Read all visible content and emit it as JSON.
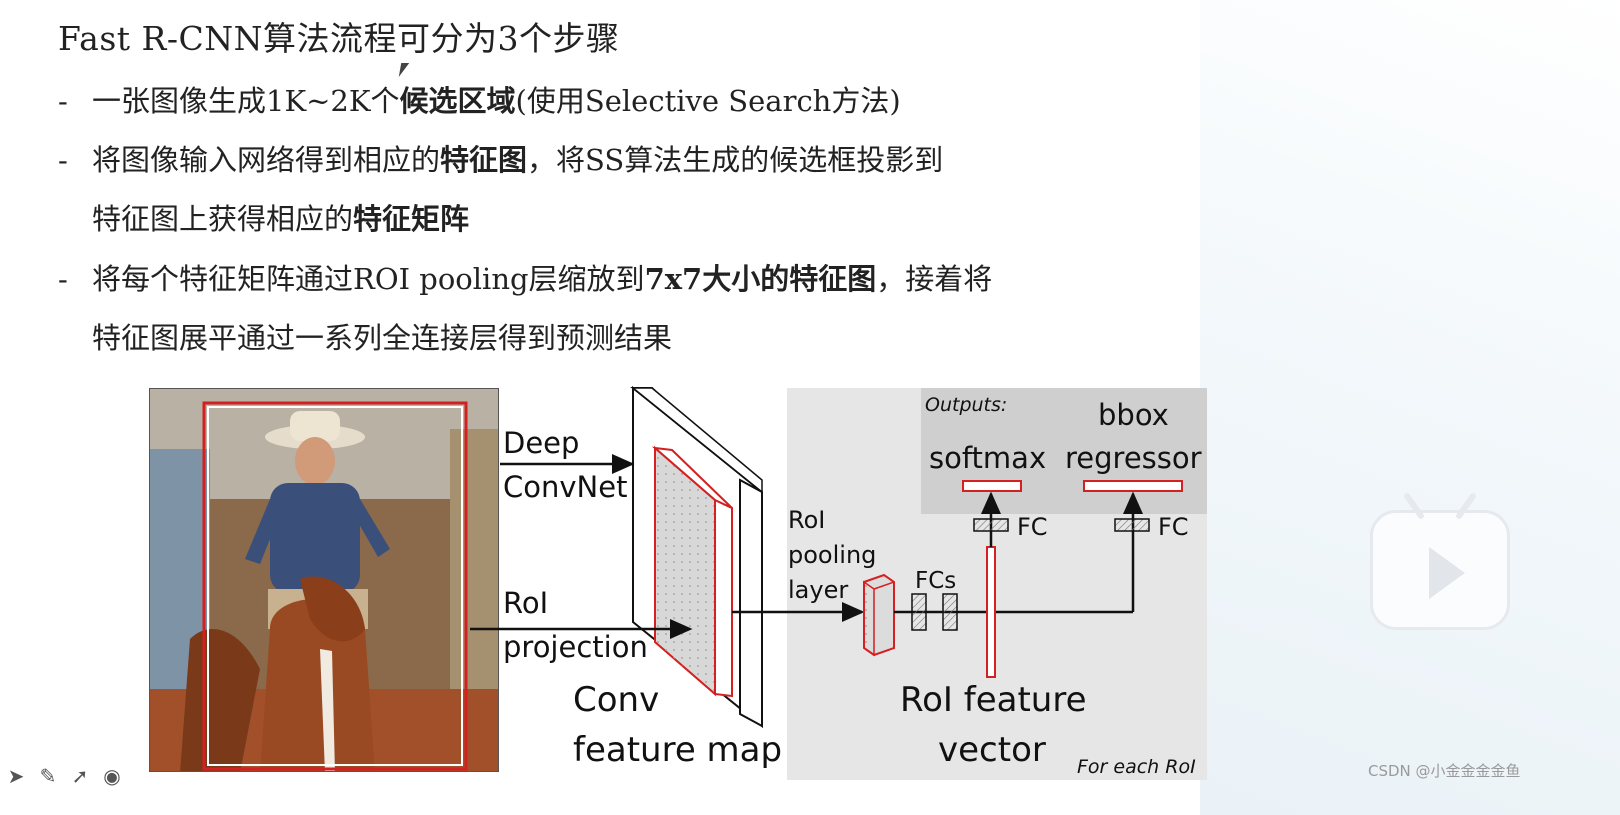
{
  "slide": {
    "title": "Fast R-CNN算法流程可分为3个步骤",
    "bullets": [
      {
        "dash": "-",
        "pre": "一张图像生成1K~2K个",
        "bold": "候选区域",
        "post": "(使用Selective Search方法)",
        "cont_pre": "",
        "cont_bold": ""
      },
      {
        "dash": "-",
        "pre": "将图像输入网络得到相应的",
        "bold": "特征图",
        "post": "，将SS算法生成的候选框投影到",
        "cont_pre": "特征图上获得相应的",
        "cont_bold": "特征矩阵"
      },
      {
        "dash": "-",
        "pre": "将每个特征矩阵通过ROI pooling层缩放到",
        "bold": "7x7大小的特征图",
        "post": "，接着将",
        "cont_pre": "特征图展平通过一系列全连接层得到预测结果",
        "cont_bold": ""
      }
    ]
  },
  "diagram": {
    "deep_line1": "Deep",
    "deep_line2": "ConvNet",
    "roi_line1": "RoI",
    "roi_line2": "projection",
    "conv_line1": "Conv",
    "conv_line2": "feature map",
    "pool_line1": "RoI",
    "pool_line2": "pooling",
    "pool_line3": "layer",
    "fcs": "FCs",
    "outputs": "Outputs:",
    "softmax": "softmax",
    "bbox_line1": "bbox",
    "bbox_line2": "regressor",
    "fc1": "FC",
    "fc2": "FC",
    "vec_line1": "RoI feature",
    "vec_line2": "vector",
    "for_each": "For each RoI"
  },
  "watermark": "CSDN @小金金金金鱼",
  "colors": {
    "accent_red": "#d42020",
    "panel_gray": "#e6e6e6",
    "output_gray": "#cfcfcf"
  },
  "icons": [
    "play-icon",
    "cursor-icon",
    "pointer-tool-icon",
    "pen-tool-icon",
    "laser-tool-icon",
    "record-icon"
  ]
}
